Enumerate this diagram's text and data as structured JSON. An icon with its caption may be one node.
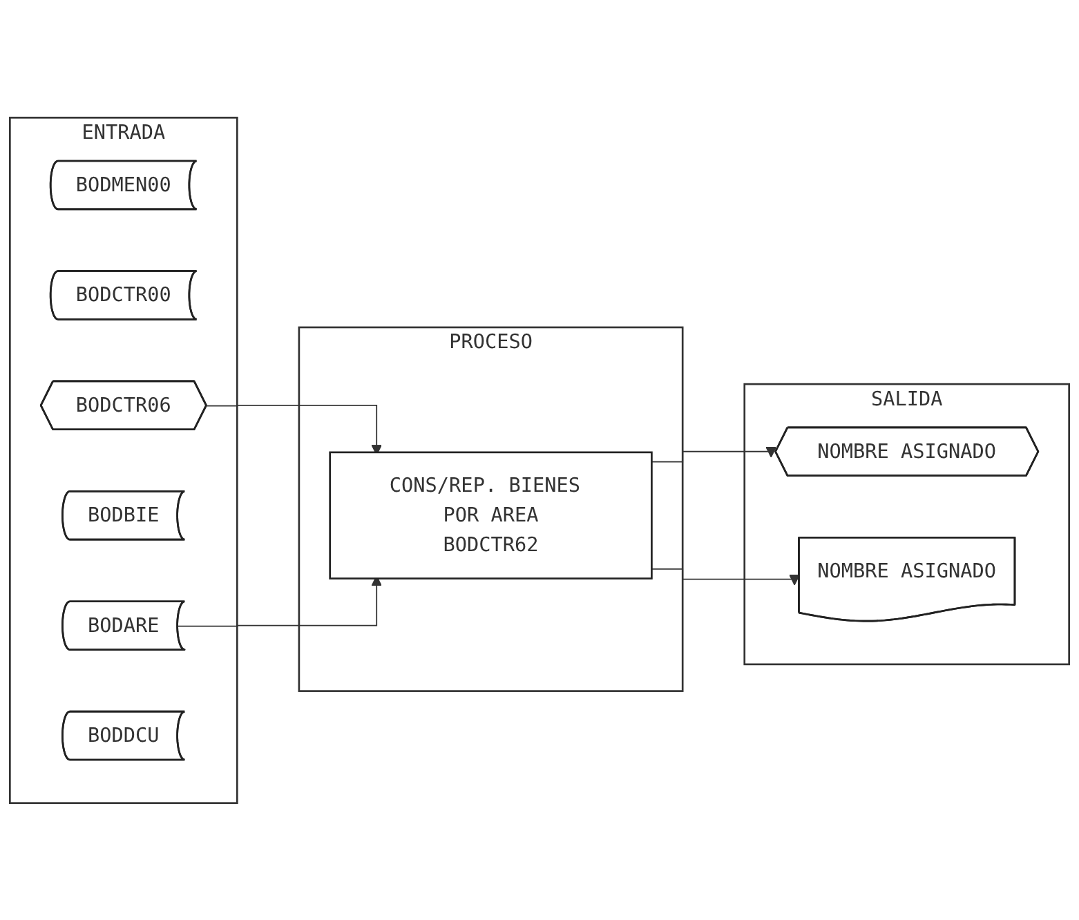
{
  "diagram": {
    "nodes": [
      {
        "text": [
          "ENTRADA"
        ]
      },
      {
        "text": [
          "BODMEN00"
        ],
        "in": 0
      },
      {
        "text": [
          "BODCTR00"
        ],
        "in": 0
      },
      {
        "text": [
          "BODCTR06"
        ],
        "in": 0
      },
      {
        "text": [
          "BODBIE"
        ],
        "in": 0
      },
      {
        "text": [
          "BODARE"
        ],
        "in": 0
      },
      {
        "text": [
          "BODDCU"
        ],
        "in": 0
      },
      {
        "text": [
          "PROCESO"
        ]
      },
      {
        "text": [
          "CONS/REP. BIENES POR AREA",
          "BODCTR62"
        ],
        "in": 7
      },
      {
        "text": [
          "SALIDA"
        ]
      },
      {
        "text": [
          "NOMBRE ASIGNADO"
        ],
        "in": 9
      },
      {
        "text": [
          "NOMBRE ASIGNADO"
        ],
        "in": 9
      }
    ],
    "edges": [
      {
        "from": 3,
        "to": 8,
        "arrow": "to"
      },
      {
        "from": 5,
        "to": 8,
        "arrow": "to"
      },
      {
        "from": 8,
        "to": 10,
        "arrow": "to"
      },
      {
        "from": 8,
        "to": 11,
        "arrow": "to"
      }
    ]
  }
}
